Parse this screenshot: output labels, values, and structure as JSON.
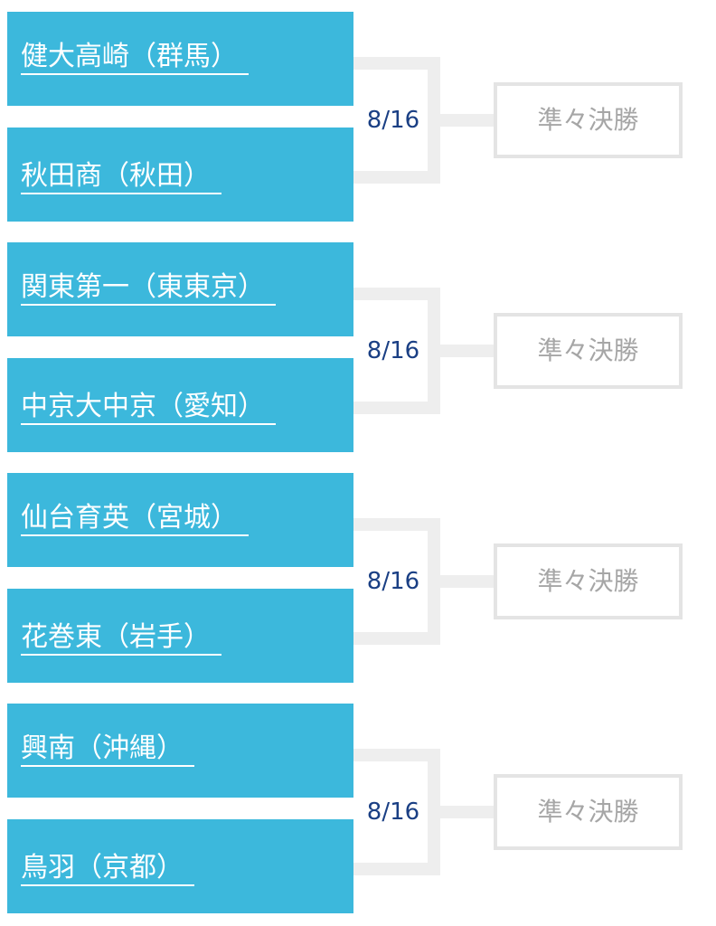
{
  "bracket": {
    "matchups": [
      {
        "team_top": "健大高崎（群馬）",
        "team_bottom": "秋田商（秋田）",
        "date": "8/16",
        "next_round": "準々決勝"
      },
      {
        "team_top": "関東第一（東東京）",
        "team_bottom": "中京大中京（愛知）",
        "date": "8/16",
        "next_round": "準々決勝"
      },
      {
        "team_top": "仙台育英（宮城）",
        "team_bottom": "花巻東（岩手）",
        "date": "8/16",
        "next_round": "準々決勝"
      },
      {
        "team_top": "興南（沖縄）",
        "team_bottom": "鳥羽（京都）",
        "date": "8/16",
        "next_round": "準々決勝"
      }
    ]
  },
  "colors": {
    "team_background": "#3cb8dc",
    "team_text": "#ffffff",
    "date_text": "#1a3f84",
    "connector": "#eeeeee",
    "next_round_border": "#e4e4e4",
    "next_round_text": "#a6a6a6"
  }
}
